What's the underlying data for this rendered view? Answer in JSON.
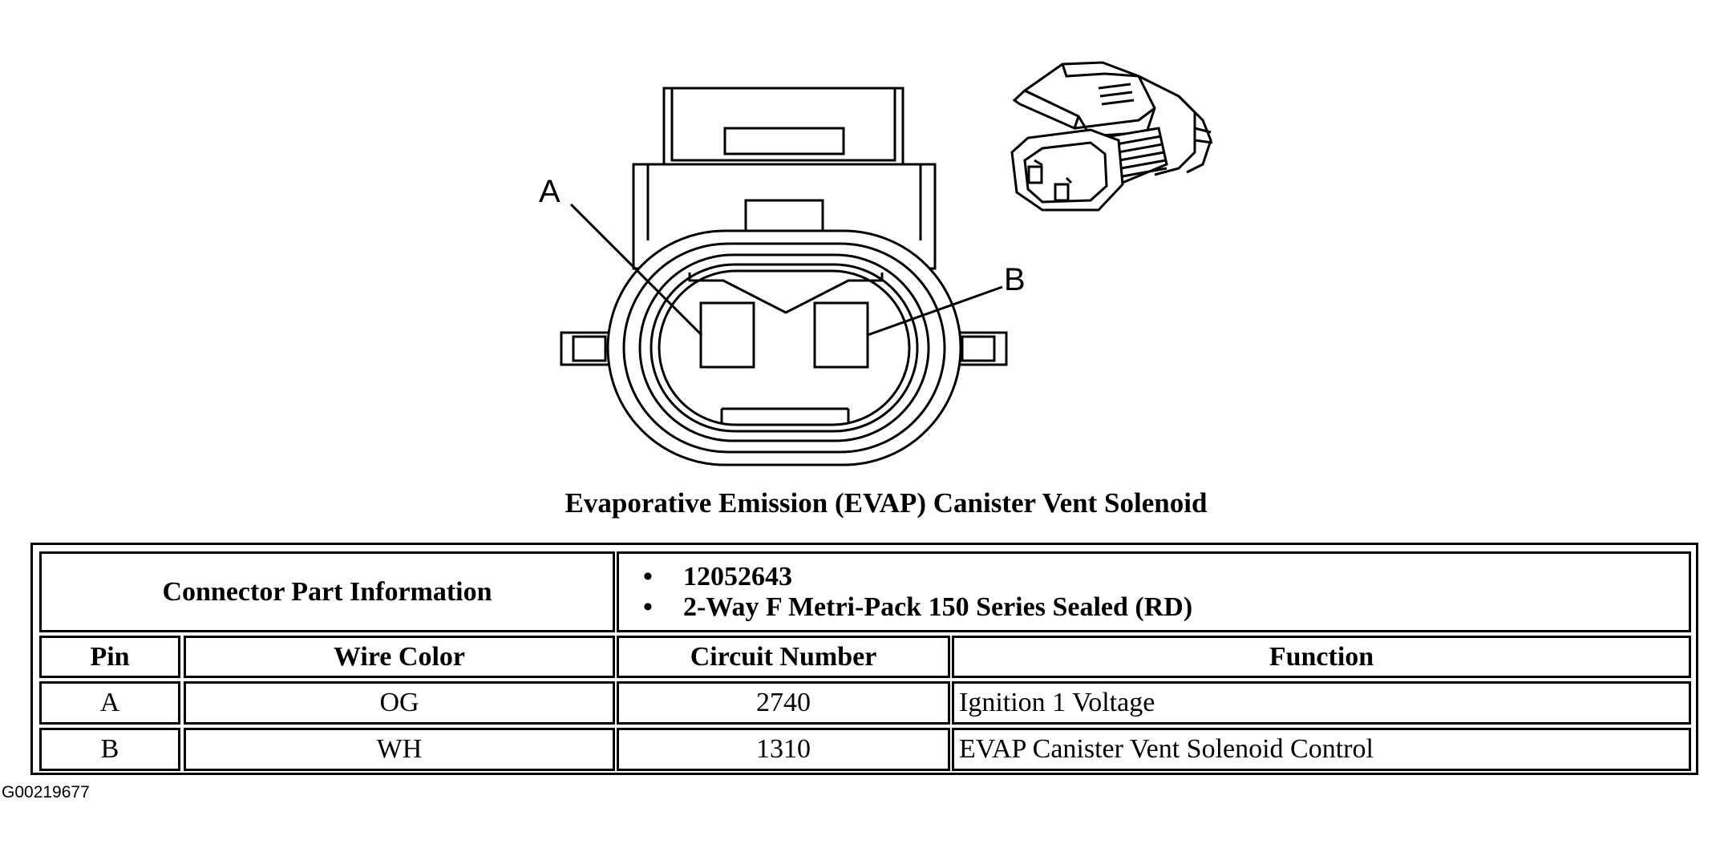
{
  "diagram": {
    "pin_a_label": "A",
    "pin_b_label": "B",
    "caption": "Evaporative Emission (EVAP) Canister Vent Solenoid"
  },
  "connector_info": {
    "label": "Connector Part Information",
    "items": [
      "12052643",
      "2-Way F Metri-Pack 150 Series Sealed (RD)"
    ]
  },
  "table": {
    "headers": [
      "Pin",
      "Wire Color",
      "Circuit Number",
      "Function"
    ],
    "rows": [
      [
        "A",
        "OG",
        "2740",
        "Ignition 1 Voltage"
      ],
      [
        "B",
        "WH",
        "1310",
        "EVAP Canister Vent Solenoid Control"
      ]
    ]
  },
  "figure_id": "G00219677"
}
